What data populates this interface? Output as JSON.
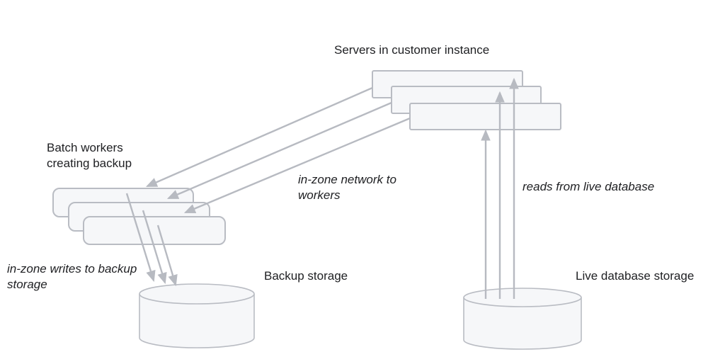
{
  "colors": {
    "background": "#ffffff",
    "line": "#b7bac1",
    "shape-fill": "#f6f7f9",
    "shape-stroke": "#b9bcc3",
    "text": "#202124"
  },
  "nodes": {
    "servers": {
      "label": "Servers in customer instance"
    },
    "batch_workers": {
      "label": "Batch workers\ncreating backup"
    },
    "backup_storage": {
      "label": "Backup storage"
    },
    "live_database_storage": {
      "label": "Live database storage"
    }
  },
  "edges": {
    "in_zone_network": {
      "label": "in-zone network to\nworkers"
    },
    "in_zone_writes": {
      "label": "in-zone writes to backup\nstorage"
    },
    "reads_live": {
      "label": "reads from live database"
    }
  }
}
